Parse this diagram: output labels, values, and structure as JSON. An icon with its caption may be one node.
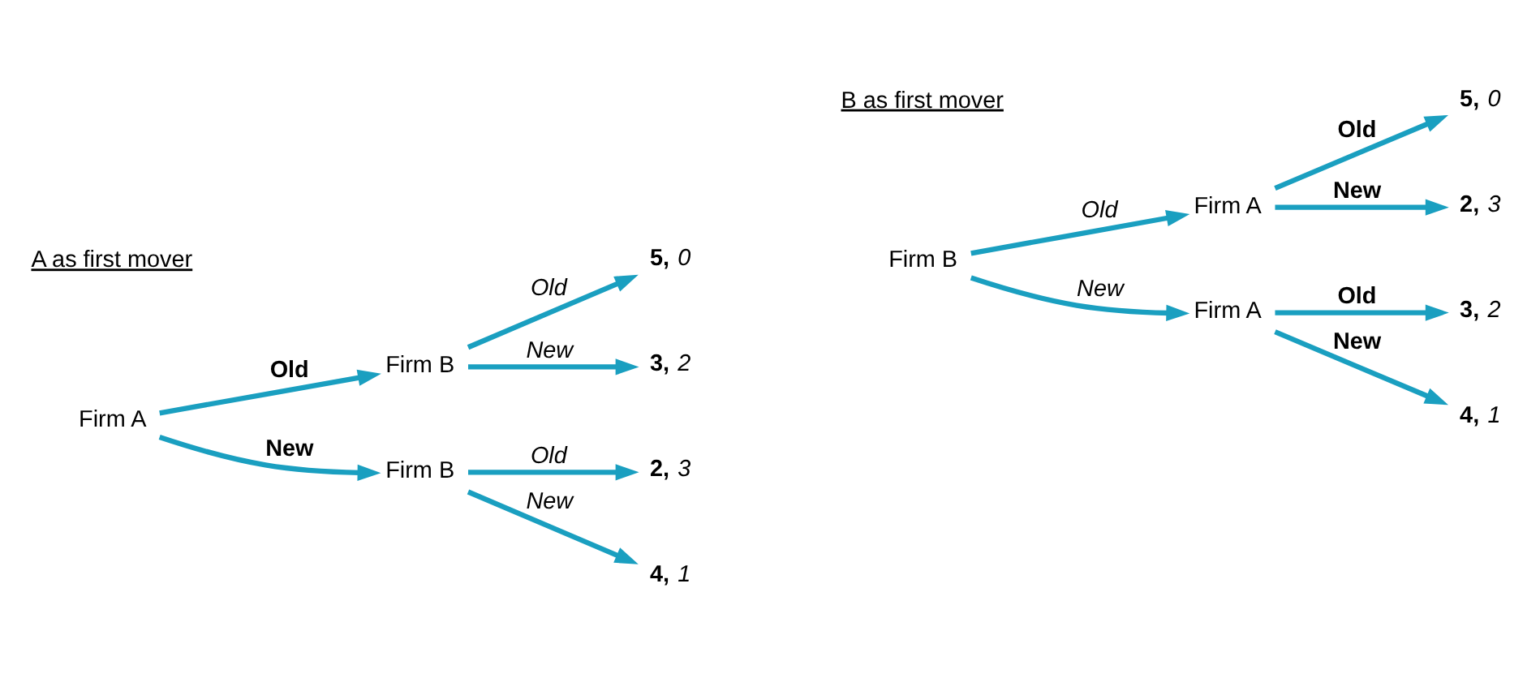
{
  "diagram": {
    "nodes": [
      {
        "text": [
          "Firm A"
        ]
      },
      {
        "text": [
          "Firm B"
        ]
      },
      {
        "text": [
          "Firm B"
        ]
      },
      {
        "text": [
          "**5,** *0*"
        ]
      },
      {
        "text": [
          "**3,** *2*"
        ]
      },
      {
        "text": [
          "**2,** *3*"
        ]
      },
      {
        "text": [
          "**4,** *1*"
        ]
      },
      {
        "text": [
          "Firm B"
        ]
      },
      {
        "text": [
          "Firm A"
        ]
      },
      {
        "text": [
          "Firm A"
        ]
      },
      {
        "text": [
          "**5,** *0*"
        ]
      },
      {
        "text": [
          "**2,** *3*"
        ]
      },
      {
        "text": [
          "**3,** *2*"
        ]
      },
      {
        "text": [
          "**4,** *1*"
        ]
      }
    ],
    "edges": [
      {
        "from": 0,
        "to": 1,
        "arrow": "to",
        "label": "Old"
      },
      {
        "from": 0,
        "to": 2,
        "arrow": "to",
        "label": "New"
      },
      {
        "from": 1,
        "to": 3,
        "arrow": "to",
        "label": "Old"
      },
      {
        "from": 1,
        "to": 4,
        "arrow": "to",
        "label": "New"
      },
      {
        "from": 2,
        "to": 5,
        "arrow": "to",
        "label": "Old"
      },
      {
        "from": 2,
        "to": 6,
        "arrow": "to",
        "label": "New"
      },
      {
        "from": 7,
        "to": 8,
        "arrow": "to",
        "label": "Old"
      },
      {
        "from": 7,
        "to": 9,
        "arrow": "to",
        "label": "New"
      },
      {
        "from": 8,
        "to": 10,
        "arrow": "to",
        "label": "Old"
      },
      {
        "from": 8,
        "to": 11,
        "arrow": "to",
        "label": "New"
      },
      {
        "from": 9,
        "to": 12,
        "arrow": "to",
        "label": "Old"
      },
      {
        "from": 9,
        "to": 13,
        "arrow": "to",
        "label": "New"
      }
    ],
    "labels": [
      "A as first mover",
      "B as first mover"
    ]
  }
}
